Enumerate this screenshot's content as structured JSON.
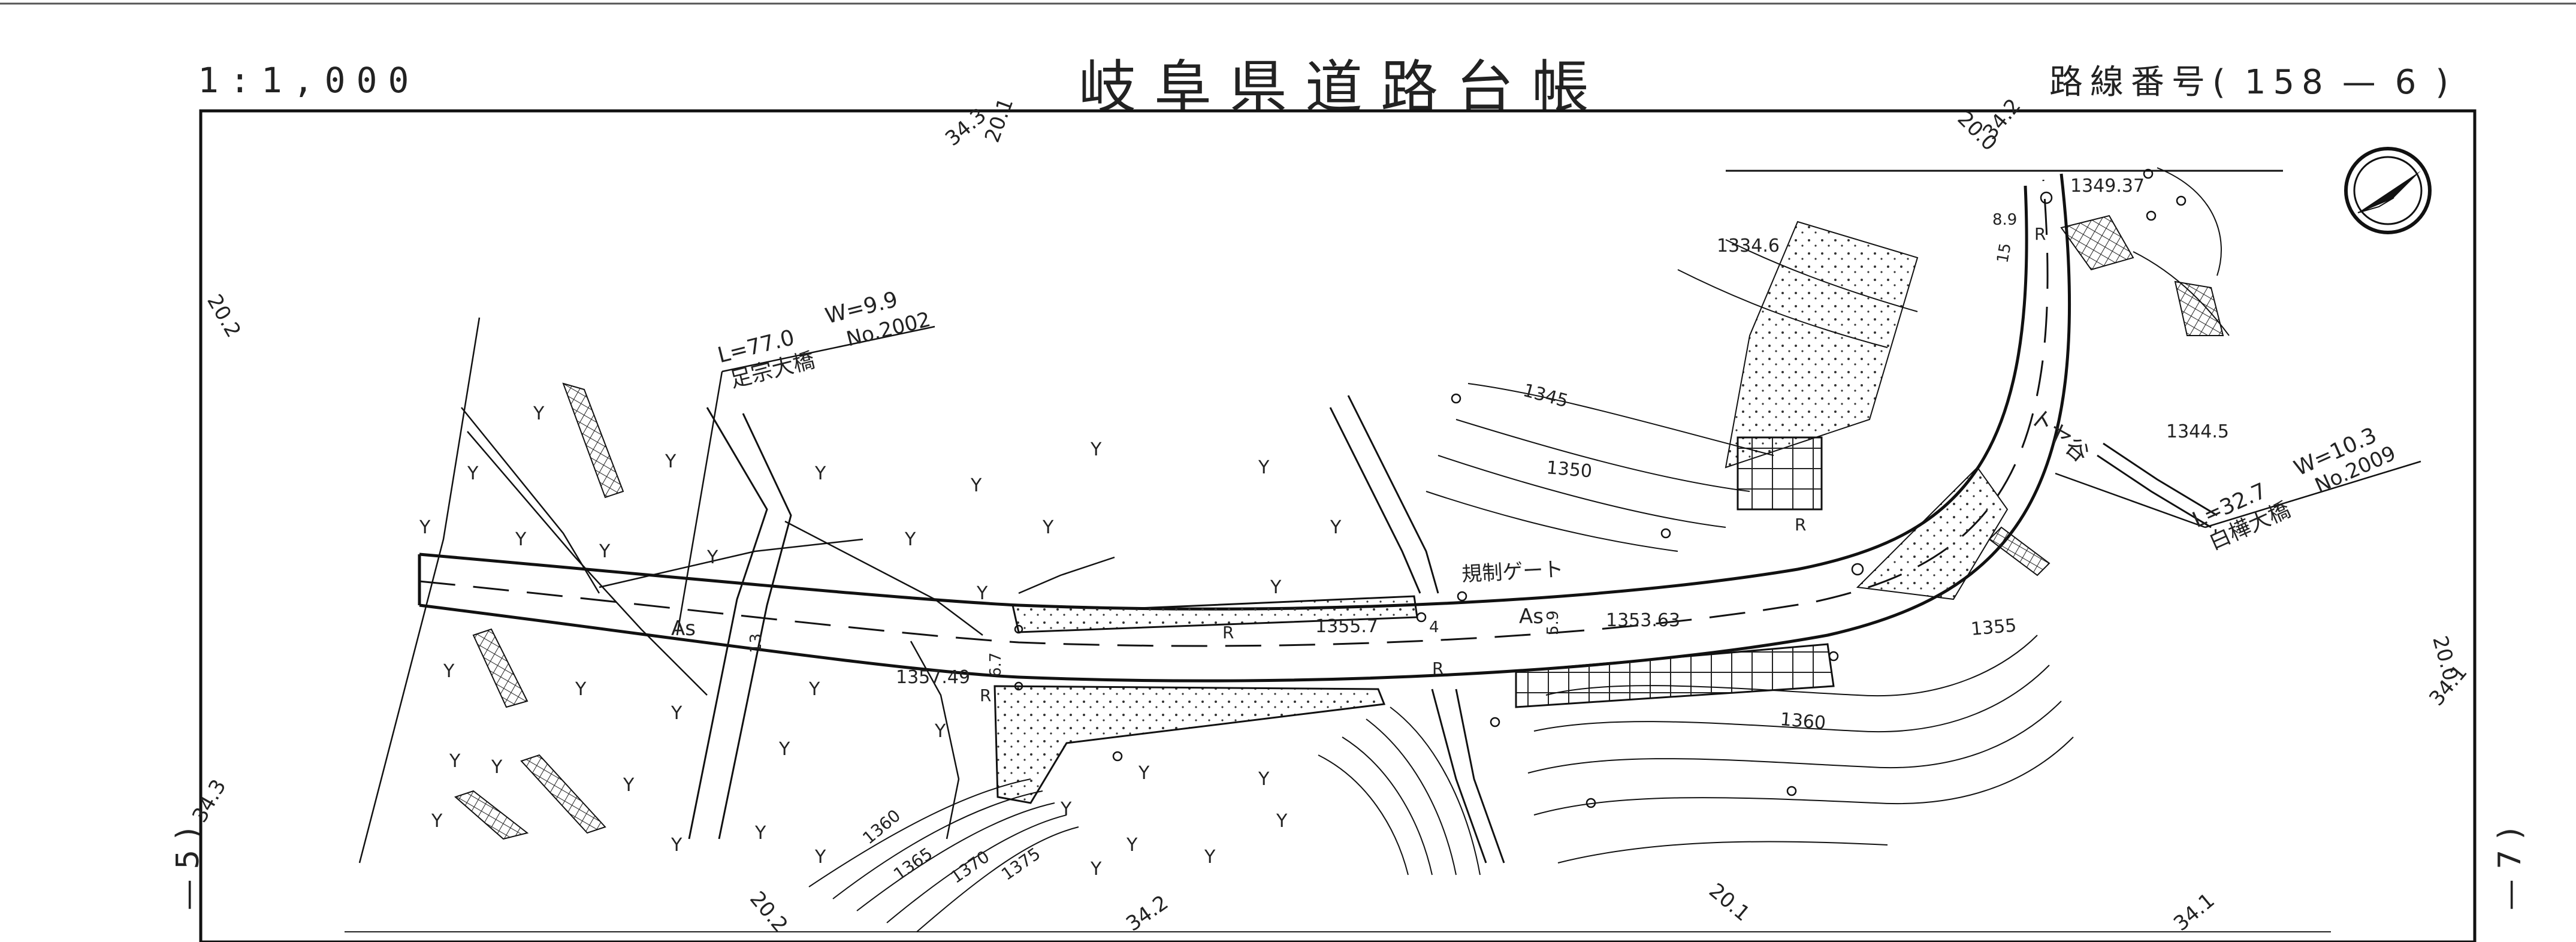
{
  "header": {
    "scale": "1:1,000",
    "title": "岐阜県道路台帳",
    "route_label": "路線番号(",
    "route_main": "158",
    "route_dash": "—",
    "route_sub": "6",
    "route_close": ")"
  },
  "sheet_refs": {
    "left": "— 5 )",
    "right": "— 7 )"
  },
  "grid_labels": {
    "top_a": "34.3",
    "top_b": "20.1",
    "top_c": "20.0",
    "top_d": "34.2",
    "left_top": "20.2",
    "left_bottom": "34.3",
    "right_a": "20.0",
    "right_b": "34.1",
    "bottom_a": "20.2",
    "bottom_b": "34.2",
    "bottom_c": "20.1",
    "bottom_d": "34.1"
  },
  "bridges": {
    "left": {
      "length": "L=77.0",
      "width": "W=9.9",
      "name": "足宗大橋",
      "number": "No.2002"
    },
    "right": {
      "length": "L=32.7",
      "width": "W=10.3",
      "name": "白樺大橋",
      "number": "No.2009"
    }
  },
  "elevations": {
    "e1": "1357.49",
    "e2": "1355.7",
    "e3": "1353.63",
    "e4": "1334.6",
    "e5": "1349.37",
    "e6": "1344.5"
  },
  "contours": {
    "c1": "1345",
    "c2": "1350",
    "c3": "1355",
    "c4": "1360",
    "c5": "1360",
    "c6": "1365",
    "c7": "1370",
    "c8": "1375"
  },
  "annotations": {
    "gate": "規制ゲート",
    "valley": "トヤ谷",
    "asphalt": "As",
    "asphalt2": "As",
    "r1": "R",
    "r2": "R",
    "r3": "R",
    "r4": "R",
    "r5": "R",
    "w1": "13",
    "w2": "6.7",
    "w3": "4",
    "w4": "5.9",
    "w5": "8.9",
    "w6": "15"
  }
}
